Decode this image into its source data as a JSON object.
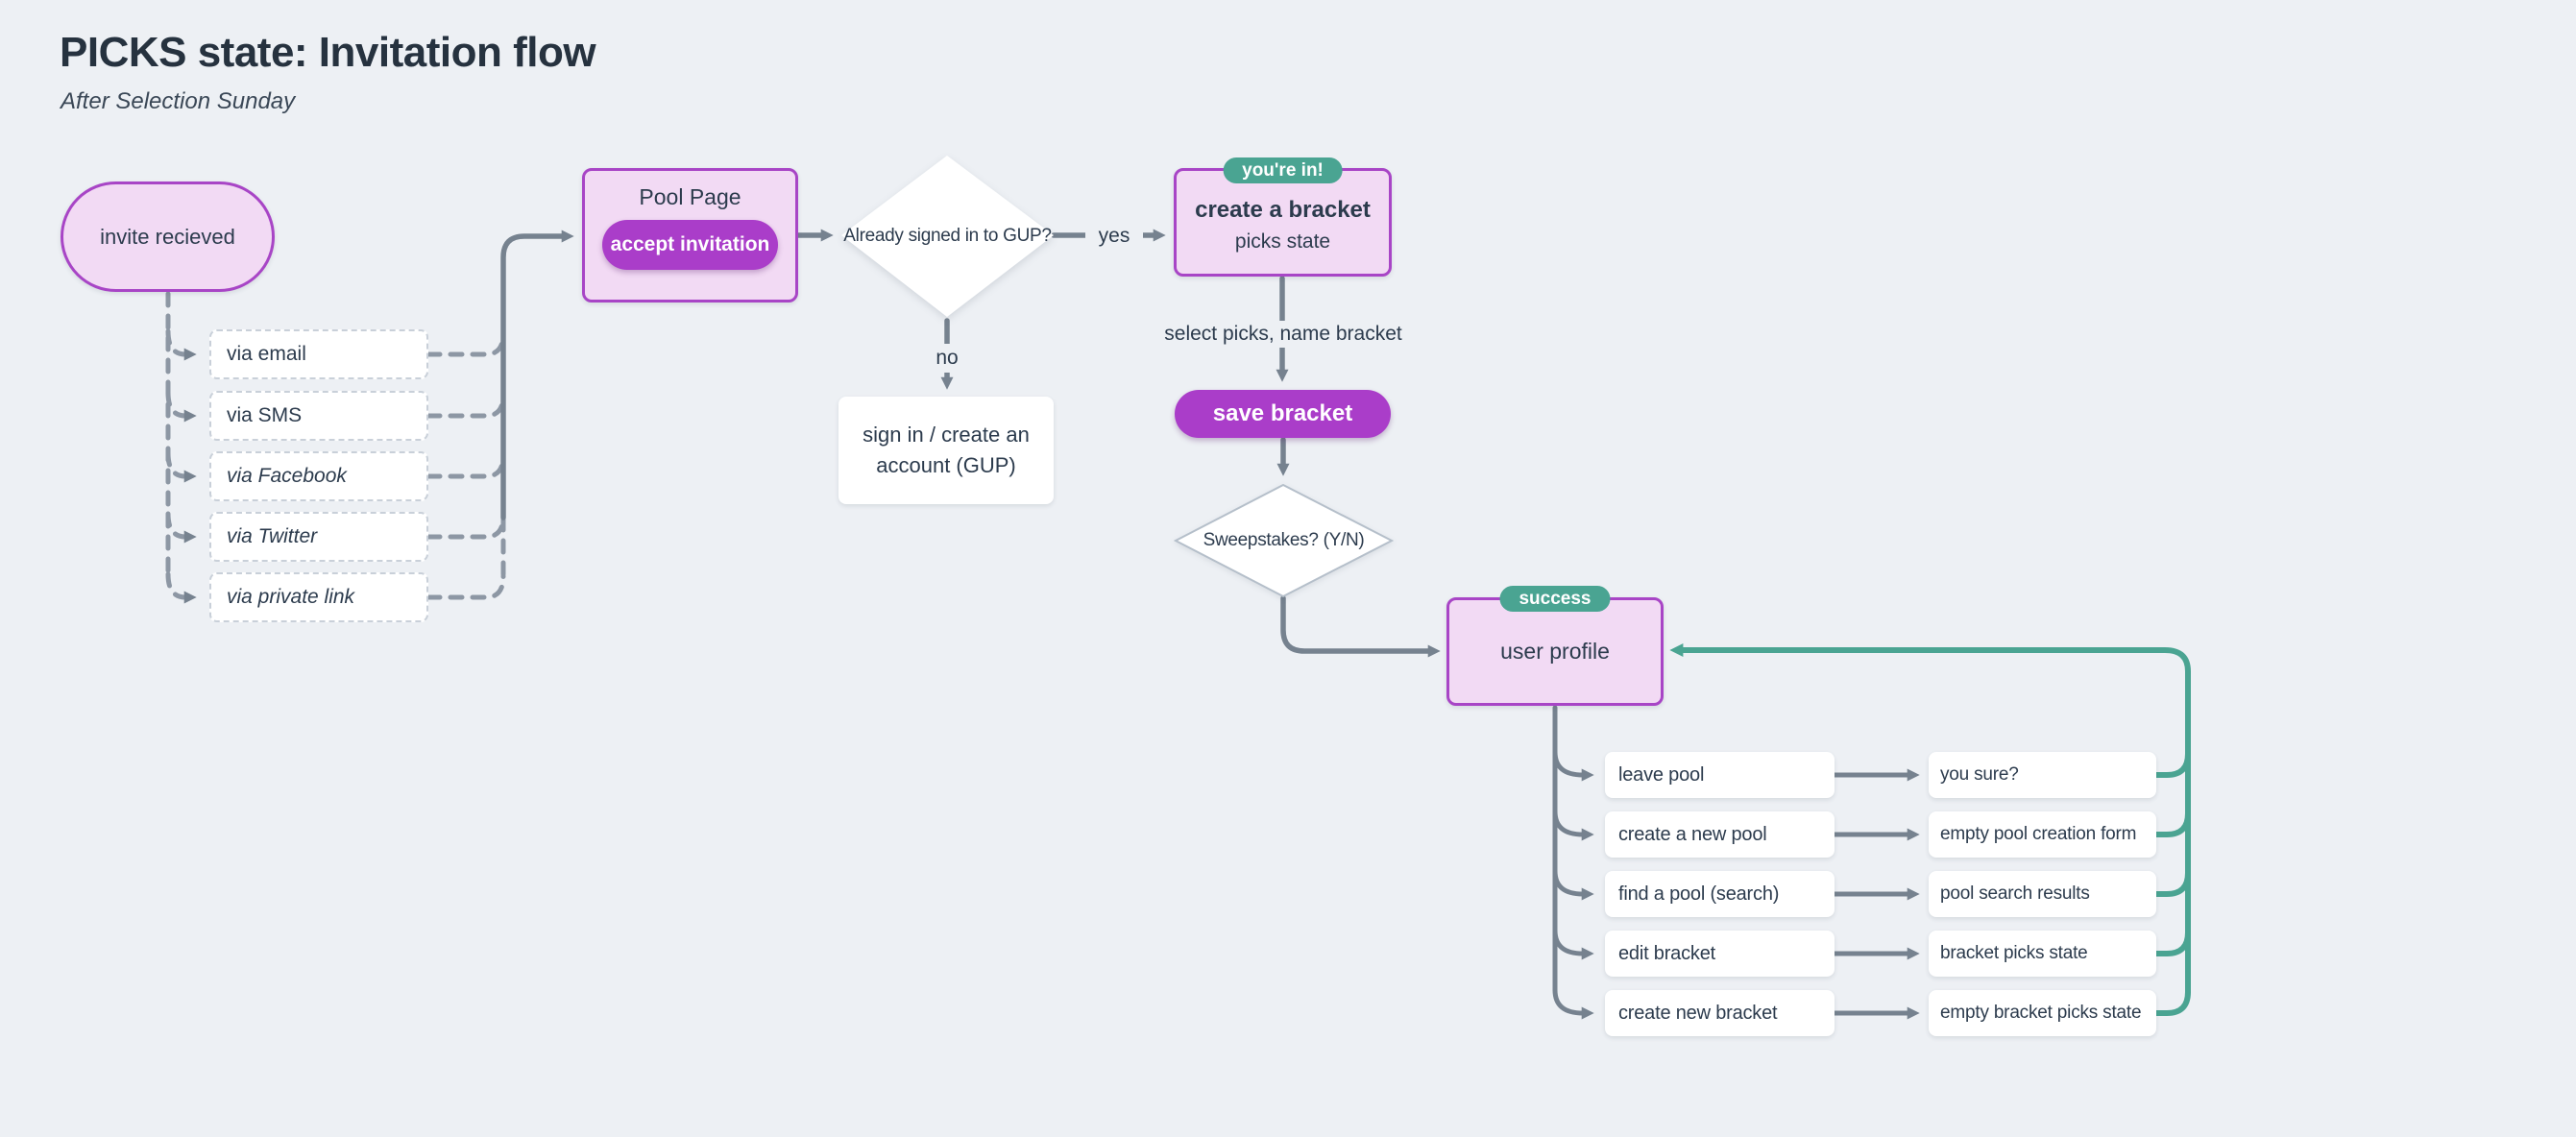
{
  "page": {
    "title": "PICKS state: Invitation flow",
    "subtitle": "After Selection Sunday"
  },
  "colors": {
    "canvas_bg": "#edf0f4",
    "purple_border": "#a845c6",
    "purple_fill": "#f2daf4",
    "purple_button": "#aa3dc9",
    "teal_accent": "#4aa492",
    "connector_gray": "#76828f",
    "text_dark": "#2c3b4d"
  },
  "flow": {
    "invite": {
      "label": "invite recieved"
    },
    "pool_page": {
      "title": "Pool Page",
      "button": "accept invitation"
    },
    "signin_decision": {
      "question": "Already signed in to GUP?",
      "yes_label": "yes",
      "no_label": "no"
    },
    "signin": {
      "label": "sign in / create an account (GUP)"
    },
    "create_bracket": {
      "badge": "you're in!",
      "title": "create a bracket",
      "subtitle": "picks state"
    },
    "select_picks_edge": "select picks, name bracket",
    "save_bracket": {
      "label": "save bracket"
    },
    "sweepstakes": {
      "question": "Sweepstakes? (Y/N)"
    },
    "user_profile": {
      "badge": "success",
      "label": "user profile"
    }
  },
  "via_options": [
    {
      "label": "via email"
    },
    {
      "label": "via SMS"
    },
    {
      "label": "via Facebook"
    },
    {
      "label": "via Twitter"
    },
    {
      "label": "via private link"
    }
  ],
  "profile_actions": [
    {
      "action": "leave pool",
      "result": "you sure?"
    },
    {
      "action": "create a new pool",
      "result": "empty pool creation form"
    },
    {
      "action": "find a pool (search)",
      "result": "pool search results"
    },
    {
      "action": "edit bracket",
      "result": "bracket picks state"
    },
    {
      "action": "create new bracket",
      "result": "empty bracket picks state"
    }
  ]
}
